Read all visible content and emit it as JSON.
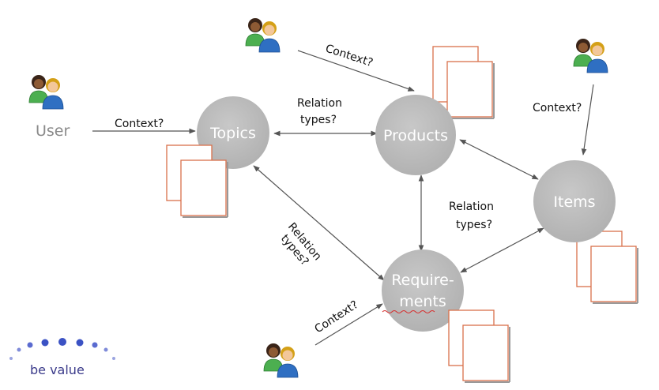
{
  "user_label": "User",
  "nodes": {
    "topics": "Topics",
    "products": "Products",
    "items": "Items",
    "requirements_line1": "Require-",
    "requirements_line2": "ments"
  },
  "edge_labels": {
    "context": "Context?",
    "relation": "Relation",
    "types": "types?"
  },
  "logo": {
    "text": "be value"
  },
  "colors": {
    "node_fill": "#bdbdbd",
    "doc_border": "#d9704a",
    "line": "#555555"
  }
}
